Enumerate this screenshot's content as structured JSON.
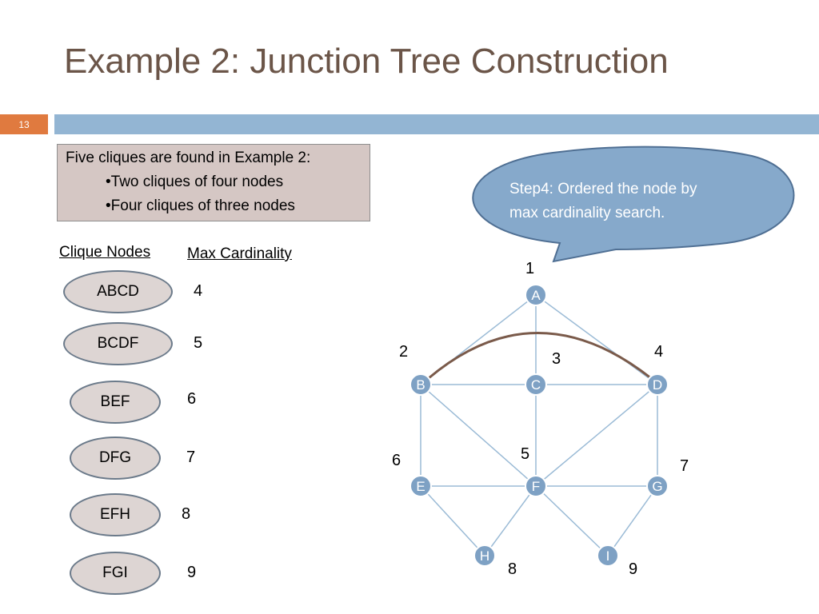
{
  "slide": {
    "title": "Example 2: Junction Tree Construction",
    "page_number": "13",
    "colors": {
      "title": "#6b5548",
      "accent_orange": "#e07a3f",
      "accent_blue": "#93b5d3"
    }
  },
  "note": {
    "line": "Five cliques are found in Example 2:",
    "bullets": [
      "•Two cliques of four nodes",
      "•Four cliques of three nodes"
    ]
  },
  "table": {
    "header_nodes": "Clique Nodes",
    "header_cardinality": "Max Cardinality",
    "rows": [
      {
        "nodes": "ABCD",
        "cardinality": "4"
      },
      {
        "nodes": "BCDF",
        "cardinality": "5"
      },
      {
        "nodes": "BEF",
        "cardinality": "6"
      },
      {
        "nodes": "DFG",
        "cardinality": "7"
      },
      {
        "nodes": "EFH",
        "cardinality": "8"
      },
      {
        "nodes": "FGI",
        "cardinality": "9"
      }
    ]
  },
  "callout": {
    "lines": [
      "Step4: Ordered the node by",
      "max cardinality search."
    ]
  },
  "graph": {
    "nodes": [
      {
        "id": "A",
        "order": "1"
      },
      {
        "id": "B",
        "order": "2"
      },
      {
        "id": "C",
        "order": "3"
      },
      {
        "id": "D",
        "order": "4"
      },
      {
        "id": "E",
        "order": "6"
      },
      {
        "id": "F",
        "order": "5"
      },
      {
        "id": "G",
        "order": "7"
      },
      {
        "id": "H",
        "order": "8"
      },
      {
        "id": "I",
        "order": "9"
      }
    ],
    "edges": [
      [
        "A",
        "B"
      ],
      [
        "A",
        "C"
      ],
      [
        "A",
        "D"
      ],
      [
        "B",
        "C"
      ],
      [
        "C",
        "D"
      ],
      [
        "B",
        "E"
      ],
      [
        "B",
        "F"
      ],
      [
        "C",
        "F"
      ],
      [
        "D",
        "F"
      ],
      [
        "D",
        "G"
      ],
      [
        "E",
        "F"
      ],
      [
        "F",
        "G"
      ],
      [
        "E",
        "H"
      ],
      [
        "F",
        "H"
      ],
      [
        "F",
        "I"
      ],
      [
        "G",
        "I"
      ]
    ],
    "highlight_edge": [
      "B",
      "D"
    ],
    "colors": {
      "node": "#7ea1c4",
      "edge": "#9bbbd6",
      "highlight": "#7a5a4a"
    }
  }
}
